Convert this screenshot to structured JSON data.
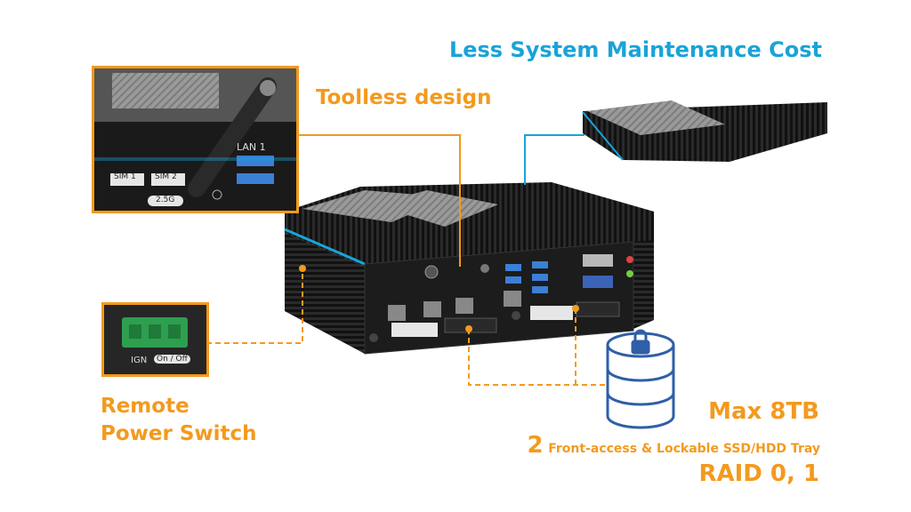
{
  "headline": "Less System Maintenance Cost",
  "toolless": "Toolless design",
  "remote_power": {
    "line1": "Remote",
    "line2": "Power Switch"
  },
  "storage": {
    "capacity": "Max 8TB",
    "tray_count": "2",
    "tray_desc": "Front-access & Lockable SSD/HDD Tray",
    "raid": "RAID 0, 1"
  },
  "inset_sim": {
    "sim1": "SIM 1",
    "sim2": "SIM 2",
    "lan25": "2.5G",
    "lan_label": "LAN 1"
  },
  "inset_ign": {
    "label": "IGN",
    "switch": "On / Off"
  },
  "colors": {
    "accent_orange": "#f39a1e",
    "accent_blue": "#1aa3d8",
    "chassis": "#1f1f1f"
  }
}
